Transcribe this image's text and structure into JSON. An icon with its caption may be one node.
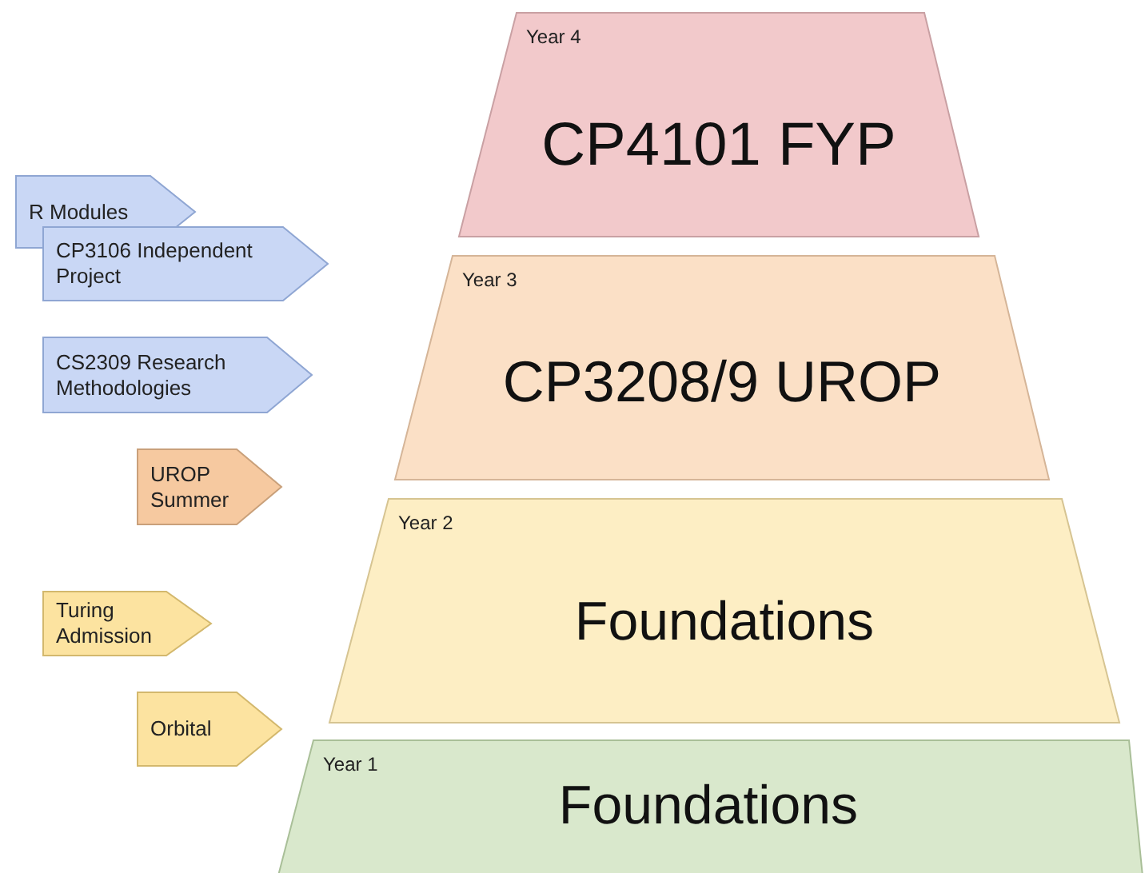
{
  "diagram": {
    "nodes": [
      {
        "text": [
          "Year 4",
          "CP4101 FYP"
        ]
      },
      {
        "text": [
          "R Modules"
        ]
      },
      {
        "text": [
          "CP3106 Independent Project"
        ]
      },
      {
        "text": [
          "Year 3",
          "CP3208/9 UROP"
        ]
      },
      {
        "text": [
          "CS2309 Research Methodologies"
        ]
      },
      {
        "text": [
          "UROP Summer"
        ]
      },
      {
        "text": [
          "Year 2",
          "Foundations"
        ]
      },
      {
        "text": [
          "Turing Admission"
        ]
      },
      {
        "text": [
          "Orbital"
        ]
      },
      {
        "text": [
          "Year 1",
          "Foundations"
        ]
      }
    ],
    "edges": []
  }
}
